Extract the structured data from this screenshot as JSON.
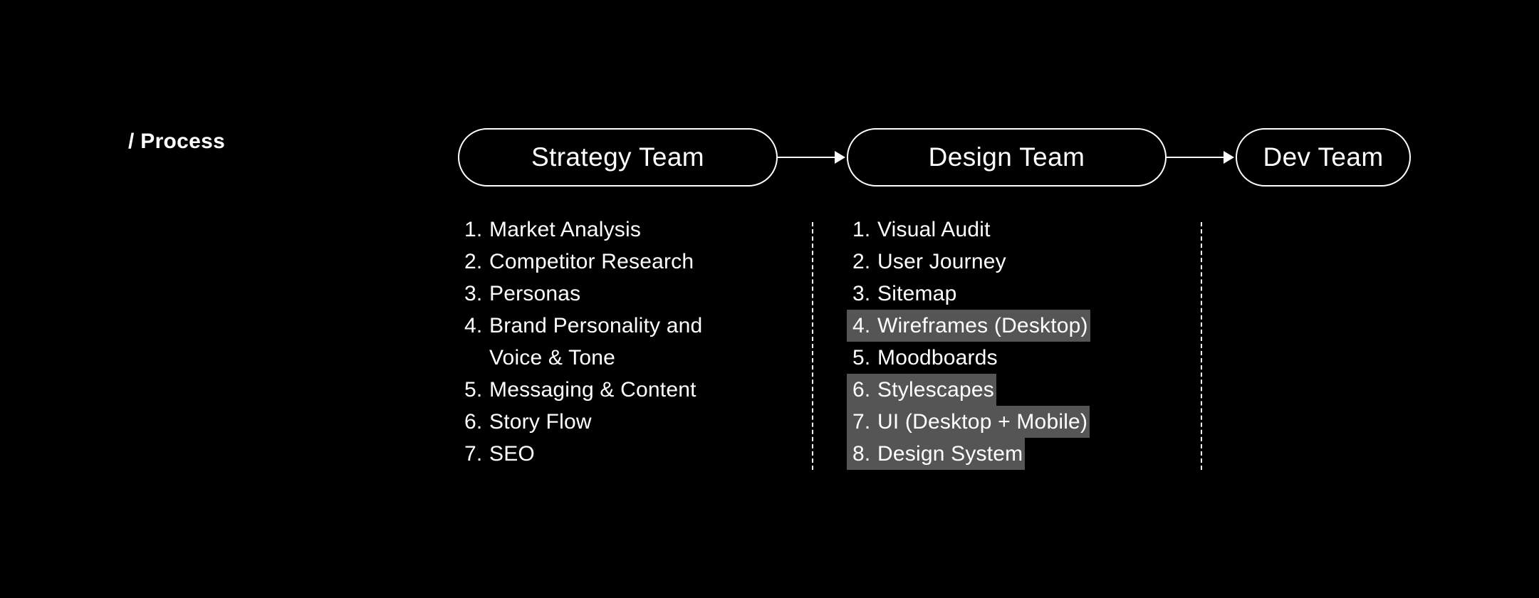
{
  "section_label": "/ Process",
  "teams": {
    "strategy": "Strategy Team",
    "design": "Design Team",
    "dev": "Dev Team"
  },
  "colors": {
    "background": "#000000",
    "foreground": "#ffffff",
    "highlight": "#555555"
  },
  "strategy_items": [
    {
      "num": "1.",
      "text": "Market Analysis",
      "highlighted": false
    },
    {
      "num": "2.",
      "text": "Competitor Research",
      "highlighted": false
    },
    {
      "num": "3.",
      "text": "Personas",
      "highlighted": false
    },
    {
      "num": "4.",
      "text": "Brand Personality and\nVoice & Tone",
      "highlighted": false
    },
    {
      "num": "5.",
      "text": "Messaging & Content",
      "highlighted": false
    },
    {
      "num": "6.",
      "text": "Story Flow",
      "highlighted": false
    },
    {
      "num": "7.",
      "text": "SEO",
      "highlighted": false
    }
  ],
  "design_items": [
    {
      "num": "1.",
      "text": "Visual Audit",
      "highlighted": false
    },
    {
      "num": "2.",
      "text": "User Journey",
      "highlighted": false
    },
    {
      "num": "3.",
      "text": "Sitemap",
      "highlighted": false
    },
    {
      "num": "4.",
      "text": "Wireframes (Desktop)",
      "highlighted": true
    },
    {
      "num": "5.",
      "text": "Moodboards",
      "highlighted": false
    },
    {
      "num": "6.",
      "text": "Stylescapes",
      "highlighted": true
    },
    {
      "num": "7.",
      "text": "UI (Desktop + Mobile)",
      "highlighted": true
    },
    {
      "num": "8.",
      "text": "Design System",
      "highlighted": true
    }
  ]
}
